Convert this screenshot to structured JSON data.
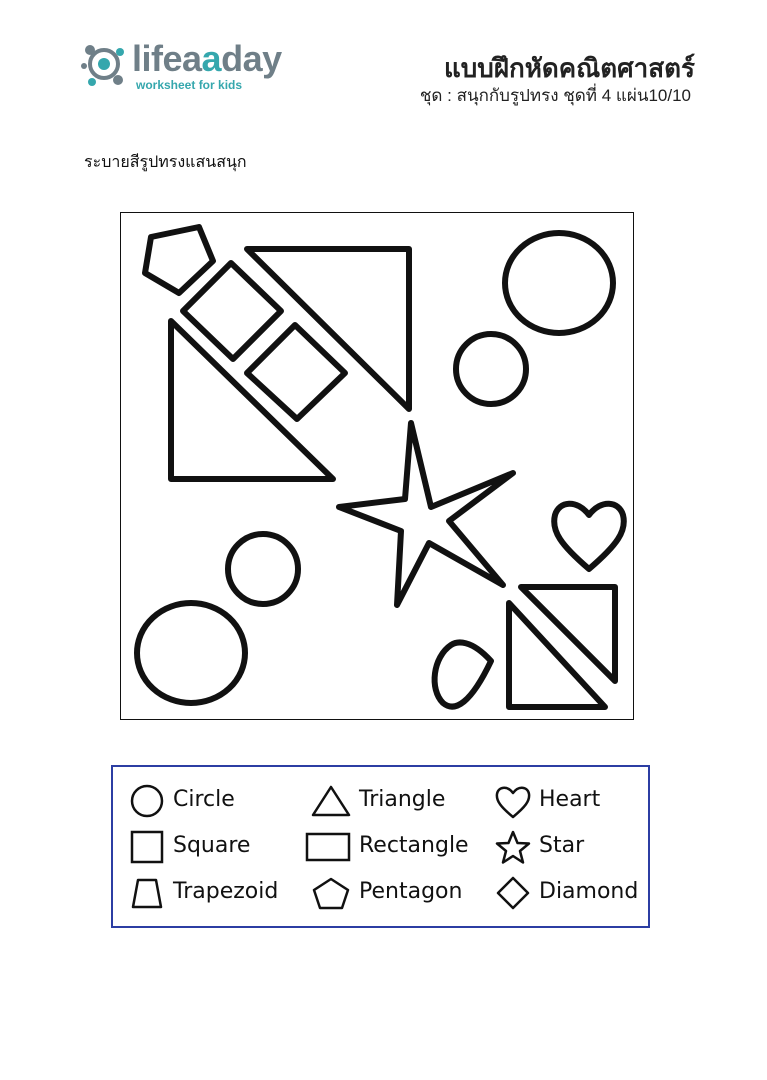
{
  "header": {
    "logo": {
      "word_main": "lifea",
      "word_accent": "a",
      "word_end": "day",
      "tagline": "worksheet for kids"
    },
    "title": "แบบฝึกหัดคณิตศาสตร์",
    "subtitle": "ชุด : สนุกกับรูปทรง  ชุดที่ 4 แผ่น10/10"
  },
  "instruction": "ระบายสีรูปทรงแสนสนุก",
  "colors": {
    "logo_gray": "#6f7f88",
    "logo_teal": "#35a7ad",
    "legend_border": "#2c3ea3",
    "line": "#111111"
  },
  "legend": {
    "items": [
      {
        "label": "Circle",
        "icon": "circle-icon"
      },
      {
        "label": "Triangle",
        "icon": "triangle-icon"
      },
      {
        "label": "Heart",
        "icon": "heart-icon"
      },
      {
        "label": "Square",
        "icon": "square-icon"
      },
      {
        "label": "Rectangle",
        "icon": "rectangle-icon"
      },
      {
        "label": "Star",
        "icon": "star-icon"
      },
      {
        "label": "Trapezoid",
        "icon": "trapezoid-icon"
      },
      {
        "label": "Pentagon",
        "icon": "pentagon-icon"
      },
      {
        "label": "Diamond",
        "icon": "diamond-icon"
      }
    ]
  }
}
